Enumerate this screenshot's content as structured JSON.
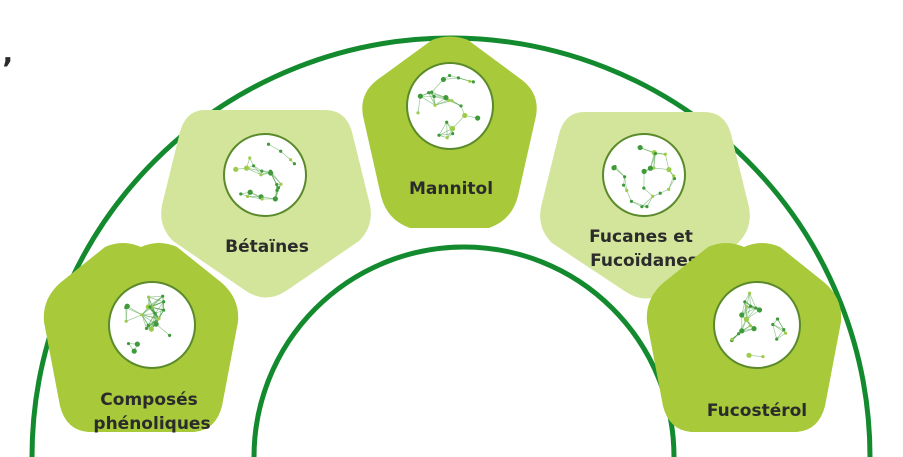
{
  "corner_mark": "’",
  "colors": {
    "arc": "#138a2e",
    "dark_pentagon": "#a7c93a",
    "light_pentagon": "#d3e59b",
    "circle_fill": "#ffffff",
    "network_green": "#3f9a3a",
    "network_light": "#9ccc4a",
    "label": "#2b2b2b"
  },
  "items": [
    {
      "id": "composes",
      "lines": [
        "Composés",
        "phénoliques"
      ],
      "tone": "dark"
    },
    {
      "id": "betaines",
      "lines": [
        "Bétaïnes"
      ],
      "tone": "light"
    },
    {
      "id": "mannitol",
      "lines": [
        "Mannitol"
      ],
      "tone": "dark"
    },
    {
      "id": "fucanes",
      "lines": [
        "Fucanes et",
        "Fucoïdanes"
      ],
      "tone": "light"
    },
    {
      "id": "fucosterol",
      "lines": [
        "Fucostérol"
      ],
      "tone": "dark"
    }
  ]
}
